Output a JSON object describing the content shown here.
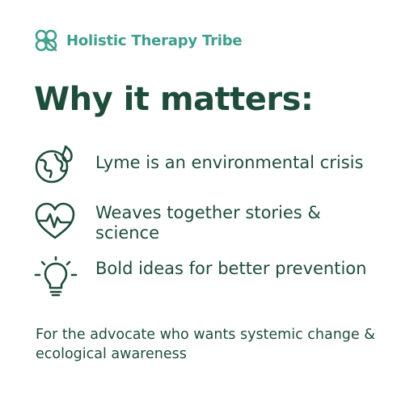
{
  "brand": {
    "name": "Holistic Therapy Tribe",
    "logo_icon": "clover-logo-icon",
    "color": "#3f9e8c"
  },
  "headline": "Why it matters:",
  "points": [
    {
      "icon": "globe-fire-icon",
      "text": "Lyme is an environmental crisis"
    },
    {
      "icon": "heart-pulse-icon",
      "text": "Weaves together stories & science"
    },
    {
      "icon": "lightbulb-icon",
      "text": "Bold ideas for better prevention"
    }
  ],
  "footer": "For the advocate who wants systemic change & ecological awareness",
  "colors": {
    "text": "#1f4d3c",
    "accent": "#3f9e8c",
    "background": "#ffffff"
  }
}
